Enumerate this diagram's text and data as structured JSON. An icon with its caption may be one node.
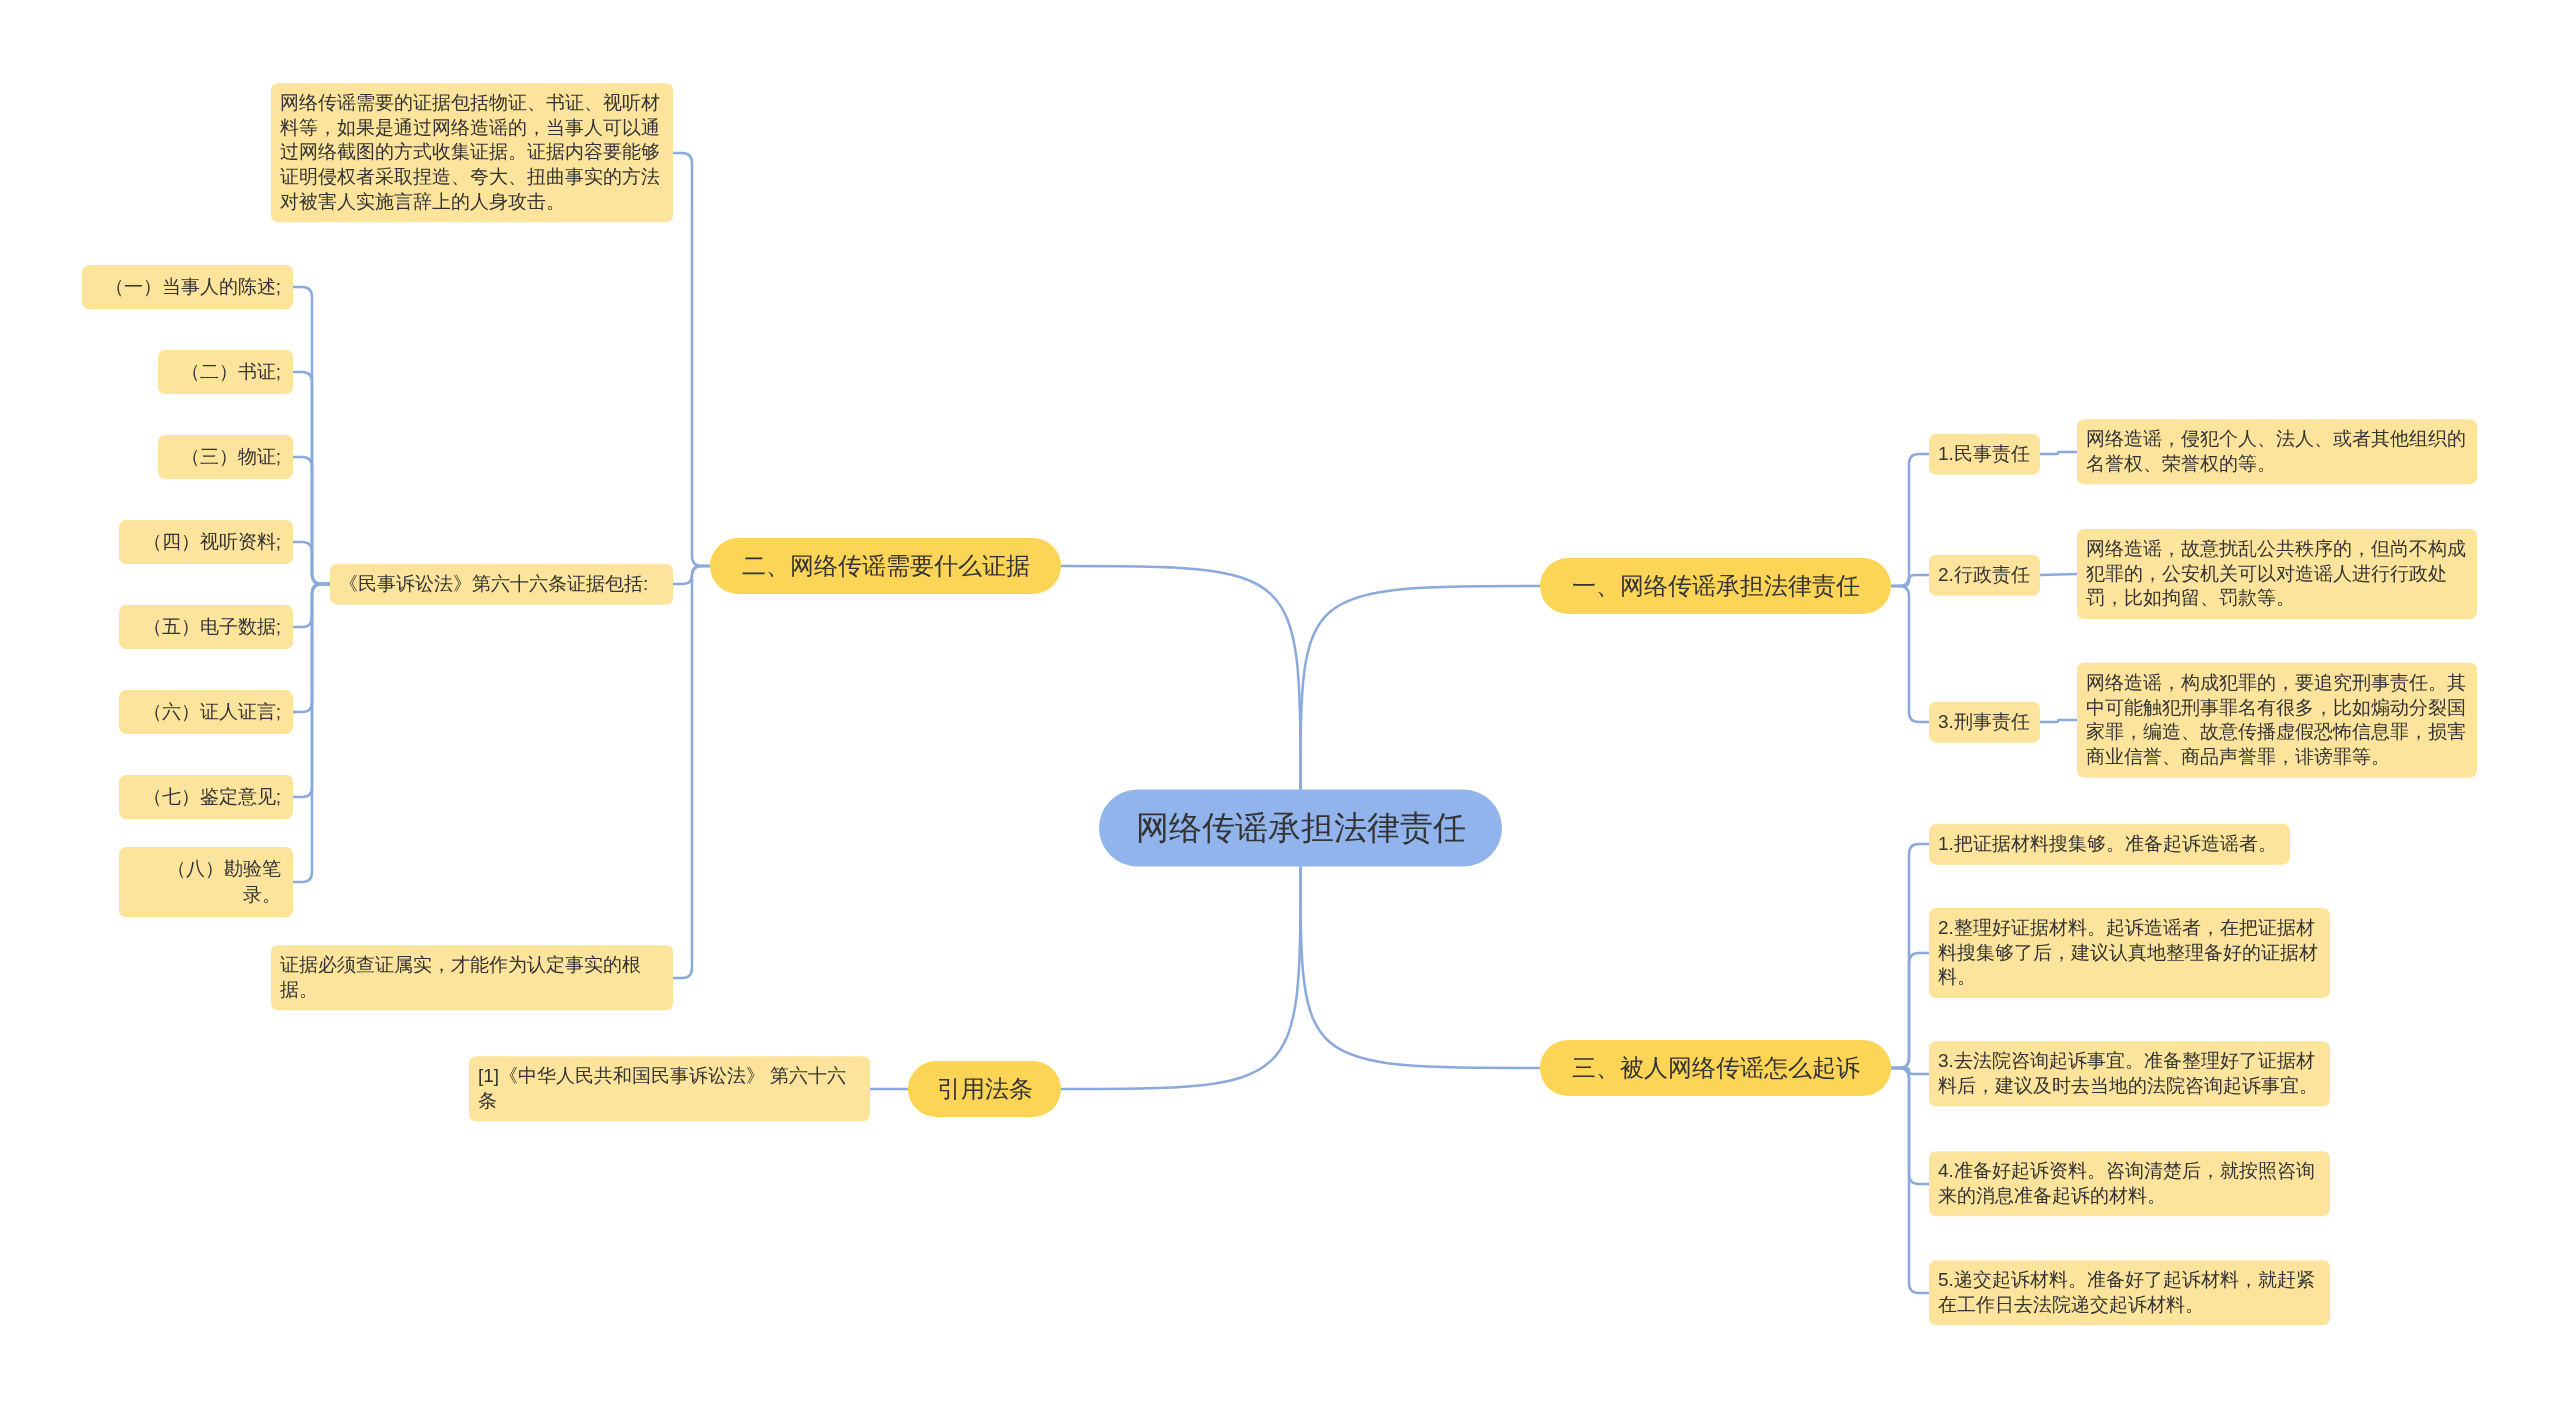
{
  "diagram": {
    "nodes": [
      {
        "text": [
          "网络传谣承担法律责任"
        ]
      },
      {
        "text": [
          "一、网络传谣承担法律责任"
        ]
      },
      {
        "text": [
          "1.民事责任"
        ]
      },
      {
        "text": [
          "网络造谣，侵犯个人、法人、或者其他组织的名誉权、荣誉权的等。"
        ]
      },
      {
        "text": [
          "2.行政责任"
        ]
      },
      {
        "text": [
          "网络造谣，故意扰乱公共秩序的，但尚不构成犯罪的，公安机关可以对造谣人进行行政处罚，比如拘留、罚款等。"
        ]
      },
      {
        "text": [
          "3.刑事责任"
        ]
      },
      {
        "text": [
          "网络造谣，构成犯罪的，要追究刑事责任。其中可能触犯刑事罪名有很多，比如煽动分裂国家罪，编造、故意传播虚假恐怖信息罪，损害商业信誉、商品声誉罪，诽谤罪等。"
        ]
      },
      {
        "text": [
          "三、被人网络传谣怎么起诉"
        ]
      },
      {
        "text": [
          "1.把证据材料搜集够。准备起诉造谣者。"
        ]
      },
      {
        "text": [
          "2.整理好证据材料。起诉造谣者，在把证据材料搜集够了后，建议认真地整理备好的证据材料。"
        ]
      },
      {
        "text": [
          "3.去法院咨询起诉事宜。准备整理好了证据材料后，建议及时去当地的法院咨询起诉事宜。"
        ]
      },
      {
        "text": [
          "4.准备好起诉资料。咨询清楚后，就按照咨询来的消息准备起诉的材料。"
        ]
      },
      {
        "text": [
          "5.递交起诉材料。准备好了起诉材料，就赶紧在工作日去法院递交起诉材料。"
        ]
      },
      {
        "text": [
          "二、网络传谣需要什么证据"
        ]
      },
      {
        "text": [
          "网络传谣需要的证据包括物证、书证、视听材料等，如果是通过网络造谣的，当事人可以通过网络截图的方式收集证据。证据内容要能够证明侵权者采取捏造、夸大、扭曲事实的方法对被害人实施言辞上的人身攻击。"
        ]
      },
      {
        "text": [
          "《民事诉讼法》第六十六条证据包括:"
        ]
      },
      {
        "text": [
          "（一）当事人的陈述;"
        ]
      },
      {
        "text": [
          "（二）书证;"
        ]
      },
      {
        "text": [
          "（三）物证;"
        ]
      },
      {
        "text": [
          "（四）视听资料;"
        ]
      },
      {
        "text": [
          "（五）电子数据;"
        ]
      },
      {
        "text": [
          "（六）证人证言;"
        ]
      },
      {
        "text": [
          "（七）鉴定意见;"
        ]
      },
      {
        "text": [
          "（八）勘验笔录。"
        ]
      },
      {
        "text": [
          "证据必须查证属实，才能作为认定事实的根据。"
        ]
      },
      {
        "text": [
          "引用法条"
        ]
      },
      {
        "text": [
          "[1]《中华人民共和国民事诉讼法》 第六十六条"
        ]
      }
    ],
    "edges": [
      {
        "from": 0,
        "to": 1,
        "arrow": "none"
      },
      {
        "from": 0,
        "to": 8,
        "arrow": "none"
      },
      {
        "from": 0,
        "to": 14,
        "arrow": "none"
      },
      {
        "from": 0,
        "to": 26,
        "arrow": "none"
      },
      {
        "from": 1,
        "to": 2,
        "arrow": "none"
      },
      {
        "from": 1,
        "to": 4,
        "arrow": "none"
      },
      {
        "from": 1,
        "to": 6,
        "arrow": "none"
      },
      {
        "from": 2,
        "to": 3,
        "arrow": "none"
      },
      {
        "from": 4,
        "to": 5,
        "arrow": "none"
      },
      {
        "from": 6,
        "to": 7,
        "arrow": "none"
      },
      {
        "from": 8,
        "to": 9,
        "arrow": "none"
      },
      {
        "from": 8,
        "to": 10,
        "arrow": "none"
      },
      {
        "from": 8,
        "to": 11,
        "arrow": "none"
      },
      {
        "from": 8,
        "to": 12,
        "arrow": "none"
      },
      {
        "from": 8,
        "to": 13,
        "arrow": "none"
      },
      {
        "from": 14,
        "to": 15,
        "arrow": "none"
      },
      {
        "from": 14,
        "to": 16,
        "arrow": "none"
      },
      {
        "from": 14,
        "to": 25,
        "arrow": "none"
      },
      {
        "from": 16,
        "to": 17,
        "arrow": "none"
      },
      {
        "from": 16,
        "to": 18,
        "arrow": "none"
      },
      {
        "from": 16,
        "to": 19,
        "arrow": "none"
      },
      {
        "from": 16,
        "to": 20,
        "arrow": "none"
      },
      {
        "from": 16,
        "to": 21,
        "arrow": "none"
      },
      {
        "from": 16,
        "to": 22,
        "arrow": "none"
      },
      {
        "from": 16,
        "to": 23,
        "arrow": "none"
      },
      {
        "from": 16,
        "to": 24,
        "arrow": "none"
      },
      {
        "from": 26,
        "to": 27,
        "arrow": "none"
      }
    ]
  }
}
